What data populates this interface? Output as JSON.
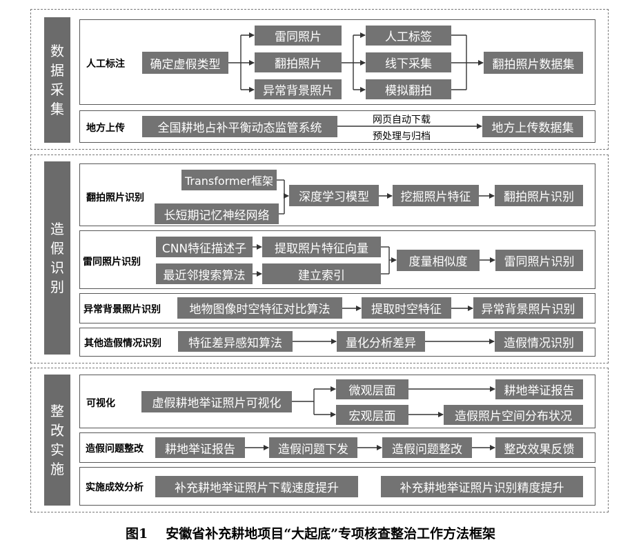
{
  "sections": {
    "collection": {
      "title": "数据采集"
    },
    "identification": {
      "title": "造假识别"
    },
    "rectification": {
      "title": "整改实施"
    }
  },
  "rows": {
    "manual": {
      "label": "人工标注",
      "source": "确定虚假类型",
      "types": [
        "雷同照片",
        "翻拍照片",
        "异常背景照片"
      ],
      "methods": [
        "人工标签",
        "线下采集",
        "模拟翻拍"
      ],
      "result": "翻拍照片数据集"
    },
    "local": {
      "label": "地方上传",
      "source": "全国耕地占补平衡动态监管系统",
      "note_top": "网页自动下载",
      "note_bottom": "预处理与归档",
      "result": "地方上传数据集"
    },
    "recapture": {
      "label": "翻拍照片识别",
      "inputs": [
        "Transformer框架",
        "长短期记忆神经网络"
      ],
      "model": "深度学习模型",
      "feature": "挖掘照片特征",
      "result": "翻拍照片识别"
    },
    "duplicate": {
      "label": "雷同照片识别",
      "inputs": [
        "CNN特征描述子",
        "最近邻搜索算法"
      ],
      "steps": [
        "提取照片特征向量",
        "建立索引"
      ],
      "measure": "度量相似度",
      "result": "雷同照片识别"
    },
    "background": {
      "label": "异常背景照片识别",
      "algo": "地物图像时空特征对比算法",
      "feature": "提取时空特征",
      "result": "异常背景照片识别"
    },
    "other": {
      "label": "其他造假情况识别",
      "algo": "特征差异感知算法",
      "analysis": "量化分析差异",
      "result": "造假情况识别"
    },
    "visual": {
      "label": "可视化",
      "source": "虚假耕地举证照片可视化",
      "micro": "微观层面",
      "macro": "宏观层面",
      "micro_result": "耕地举证报告",
      "macro_result": "造假照片空间分布状况"
    },
    "issue": {
      "label": "造假问题整改",
      "steps": [
        "耕地举证报告",
        "造假问题下发",
        "造假问题整改",
        "整改效果反馈"
      ]
    },
    "effect": {
      "label": "实施成效分析",
      "items": [
        "补充耕地举证照片下载速度提升",
        "补充耕地举证照片识别精度提升"
      ]
    }
  },
  "caption": {
    "number": "图1",
    "text": "安徽省补充耕地项目“大起底”专项核查整治工作方法框架"
  },
  "colors": {
    "box": "#737373",
    "sidebar": "#6b6b6b",
    "line": "#333333"
  }
}
